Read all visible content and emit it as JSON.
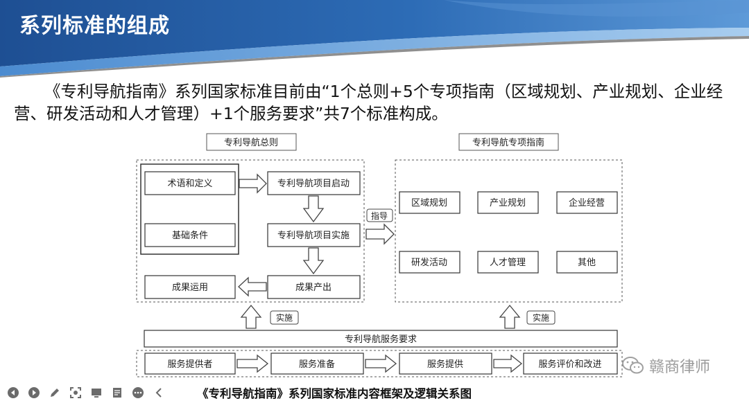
{
  "slide": {
    "title": "系列标准的组成",
    "body": "《专利导航指南》系列国家标准目前由“1个总则+5个专项指南（区域规划、产业规划、企业经营、研发活动和人才管理）+1个服务要求”共7个标准构成。"
  },
  "diagram": {
    "general_title": "专利导航总则",
    "special_title": "专利导航专项指南",
    "terms": "术语和定义",
    "basic": "基础条件",
    "start": "专利导航项目启动",
    "implement": "专利导航项目实施",
    "output": "成果产出",
    "use": "成果运用",
    "guide_label": "指导",
    "specials": [
      "区域规划",
      "产业规划",
      "企业经营",
      "研发活动",
      "人才管理",
      "其他"
    ],
    "impl_label_left": "实施",
    "impl_label_right": "实施",
    "service_req": "专利导航服务要求",
    "services": [
      "服务提供者",
      "服务准备",
      "服务提供",
      "服务评价和改进"
    ]
  },
  "caption": "《专利导航指南》系列国家标准内容框架及逻辑关系图",
  "watermark": "赣商律师",
  "toolbar": {
    "items": [
      "previous-icon",
      "next-icon",
      "pen-icon",
      "focus-icon",
      "screen-icon",
      "notes-icon",
      "more-icon",
      "back-icon"
    ]
  },
  "colors": {
    "header_dark": "#1f5aa0",
    "header_light": "#5f9bd8",
    "box_border": "#333333"
  }
}
